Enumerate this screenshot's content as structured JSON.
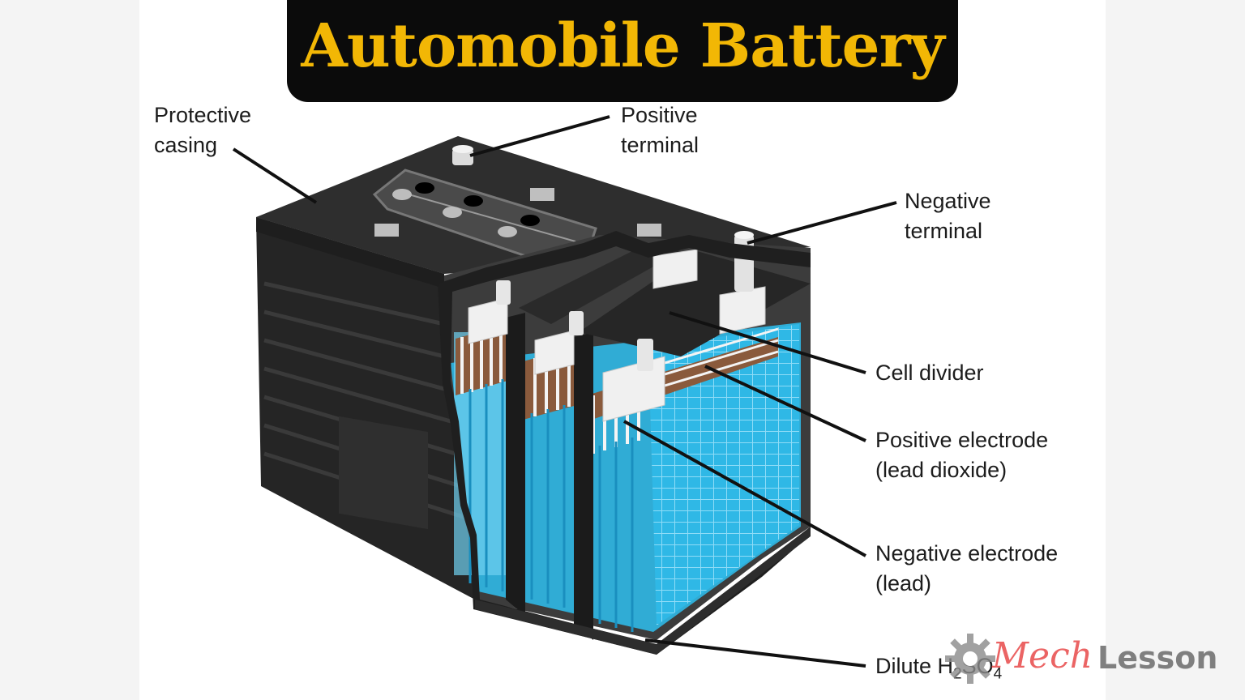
{
  "title": "Automobile Battery",
  "labels": {
    "protective_casing": [
      "Protective",
      "casing"
    ],
    "positive_terminal": [
      "Positive",
      "terminal"
    ],
    "negative_terminal": [
      "Negative",
      "terminal"
    ],
    "cell_divider": "Cell divider",
    "positive_electrode": [
      "Positive electrode",
      "(lead dioxide)"
    ],
    "negative_electrode": [
      "Negative electrode",
      "(lead)"
    ],
    "electrolyte": {
      "prefix": "Dilute H",
      "sub1": "2",
      "mid": "SO",
      "sub2": "4"
    }
  },
  "watermark": {
    "part1": "Mech",
    "part2": "Lesson"
  },
  "colors": {
    "title_bg": "#0b0b0b",
    "title_text": "#f2b705",
    "casing": "#2b2b2b",
    "electrolyte": "#2fb8e6",
    "electrode_positive": "#8a5a3c",
    "electrode_negative": "#f4f4f4"
  }
}
